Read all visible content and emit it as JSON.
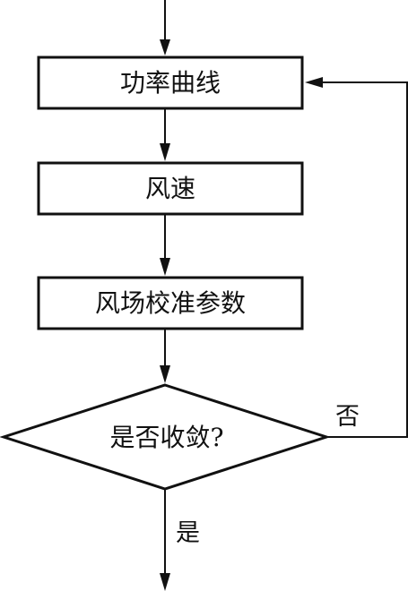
{
  "steps": {
    "power_curve": "功率曲线",
    "wind_speed": "风速",
    "calibration": "风场校准参数"
  },
  "decision": {
    "question": "是否收敛?",
    "no_label": "否",
    "yes_label": "是"
  }
}
